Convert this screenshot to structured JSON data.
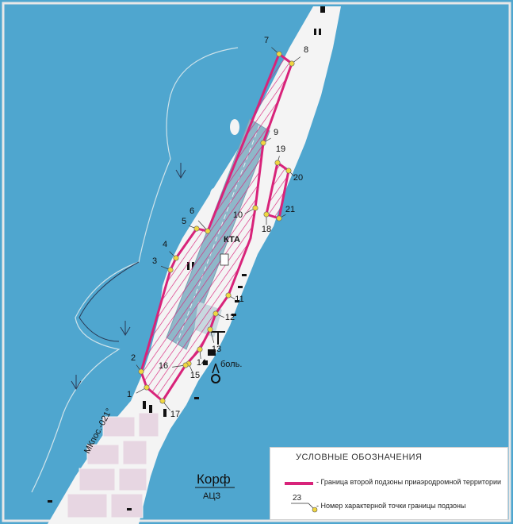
{
  "map": {
    "town_name": "Корф",
    "town_sub": "АЦЗ",
    "terminal_label": "КТА",
    "road_label": "МКпос.-021°",
    "building_label": "боль.",
    "points": [
      {
        "n": "1"
      },
      {
        "n": "2"
      },
      {
        "n": "3"
      },
      {
        "n": "4"
      },
      {
        "n": "5"
      },
      {
        "n": "6"
      },
      {
        "n": "7"
      },
      {
        "n": "8"
      },
      {
        "n": "9"
      },
      {
        "n": "10"
      },
      {
        "n": "11"
      },
      {
        "n": "12"
      },
      {
        "n": "13"
      },
      {
        "n": "14"
      },
      {
        "n": "15"
      },
      {
        "n": "16"
      },
      {
        "n": "17"
      },
      {
        "n": "18"
      },
      {
        "n": "19"
      },
      {
        "n": "20"
      },
      {
        "n": "21"
      }
    ],
    "colors": {
      "sea": "#4fa6cf",
      "land": "#f4f4f4",
      "zone": "#d8237a",
      "runway": "#8fb7c9",
      "point": "#f0d640"
    }
  },
  "legend": {
    "title": "УСЛОВНЫЕ ОБОЗНАЧЕНИЯ",
    "zone_text": "- Граница второй подзоны приаэродромной территории",
    "point_sample": "23",
    "point_text": "- Номер характерной точки границы подзоны"
  }
}
